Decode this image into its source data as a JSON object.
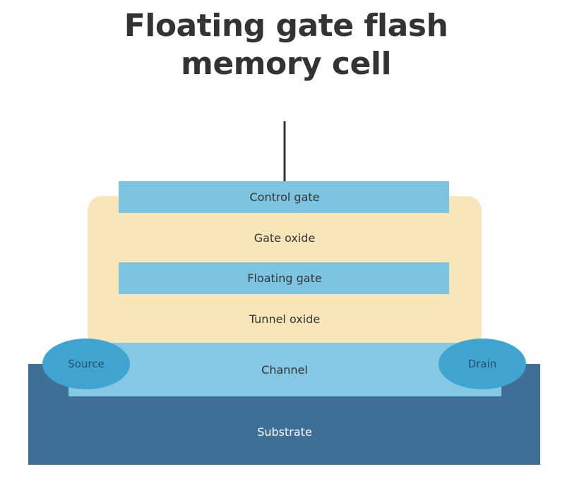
{
  "title": {
    "line1": "Floating gate flash",
    "line2": "memory cell"
  },
  "layers": {
    "control_gate": "Control gate",
    "gate_oxide": "Gate oxide",
    "floating_gate": "Floating gate",
    "tunnel_oxide": "Tunnel oxide",
    "channel": "Channel",
    "substrate": "Substrate",
    "source": "Source",
    "drain": "Drain"
  },
  "colors": {
    "gate_blue": "#7cc4e0",
    "oxide_cream": "#f8e6b8",
    "channel_blue": "#84c8e3",
    "substrate_blue": "#3f6e97",
    "terminal_oval": "#3fa4cf",
    "title_text": "#333333"
  }
}
